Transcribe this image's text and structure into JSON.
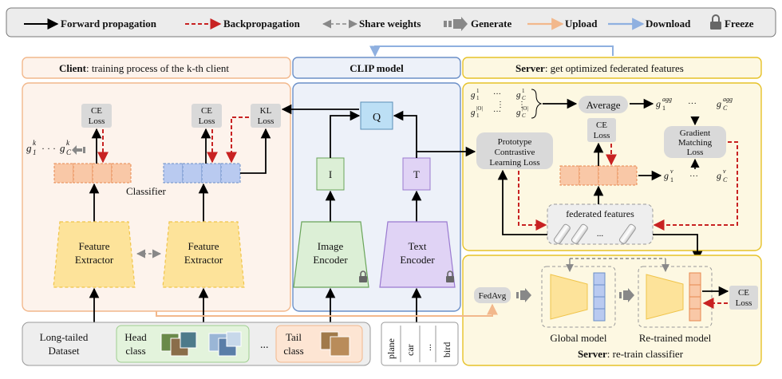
{
  "legend": {
    "forward": "Forward propagation",
    "backward": "Backpropagation",
    "share": "Share weights",
    "generate": "Generate",
    "upload": "Upload",
    "download": "Download",
    "freeze": "Freeze"
  },
  "client": {
    "header_bold": "Client",
    "header_rest": ":  training process of the k-th client",
    "ce_loss_1": [
      "CE",
      "Loss"
    ],
    "ce_loss_2": [
      "CE",
      "Loss"
    ],
    "kl_loss": [
      "KL",
      "Loss"
    ],
    "classifier": "Classifier",
    "feature_extractor_1": [
      "Feature",
      "Extractor"
    ],
    "feature_extractor_2": [
      "Feature",
      "Extractor"
    ],
    "g_first": "g",
    "g_first_sub": "1",
    "g_first_sup": "k",
    "g_dots": "· · ·",
    "g_last": "g",
    "g_last_sub": "C",
    "g_last_sup": "k"
  },
  "clip": {
    "header": "CLIP model",
    "q": "Q",
    "i": "I",
    "t": "T",
    "image_encoder": [
      "Image",
      "Encoder"
    ],
    "text_encoder": [
      "Text",
      "Encoder"
    ]
  },
  "server": {
    "header_bold": "Server",
    "header_rest": ": get optimized federated features",
    "average": "Average",
    "prototype_loss": [
      "Prototype",
      "Contrastive",
      "Learning Loss"
    ],
    "ce_loss": [
      "CE",
      "Loss"
    ],
    "gradient_matching": [
      "Gradient",
      "Matching",
      "Loss"
    ],
    "federated_features": "federated features",
    "ff_dots": "...",
    "fedavg": "FedAvg",
    "global_model": "Global model",
    "retrained_model": "Re-trained model",
    "ce_loss_2": [
      "CE",
      "Loss"
    ],
    "bottom_bold": "Server",
    "bottom_rest": ": re-train classifier",
    "g_agg_sup": "agg",
    "g_v_sup": "v",
    "g_one": "1",
    "g_C": "C",
    "g_Oi": "|O|",
    "g_dots": "···"
  },
  "dataset": {
    "label": [
      "Long-tailed",
      "Dataset"
    ],
    "head": [
      "Head",
      "class"
    ],
    "tail": [
      "Tail",
      "class"
    ],
    "dots": "...",
    "classes": [
      "plane",
      "car",
      "...",
      "bird"
    ]
  },
  "colors": {
    "client_border": "#f2b88c",
    "client_fill": "#fdf3ec",
    "clip_border": "#6b8fc7",
    "clip_fill": "#edf1f9",
    "server_border": "#e6c228",
    "server_fill": "#fdf8e2",
    "feature_yellow": "#fde39a",
    "orange_cell": "#f9c8a7",
    "blue_cell": "#b9caf0",
    "green_box": "#dcefd6",
    "purple_box": "#e0d3f5",
    "ce_gray": "#d9d9d9",
    "red_dash": "#c82222"
  }
}
